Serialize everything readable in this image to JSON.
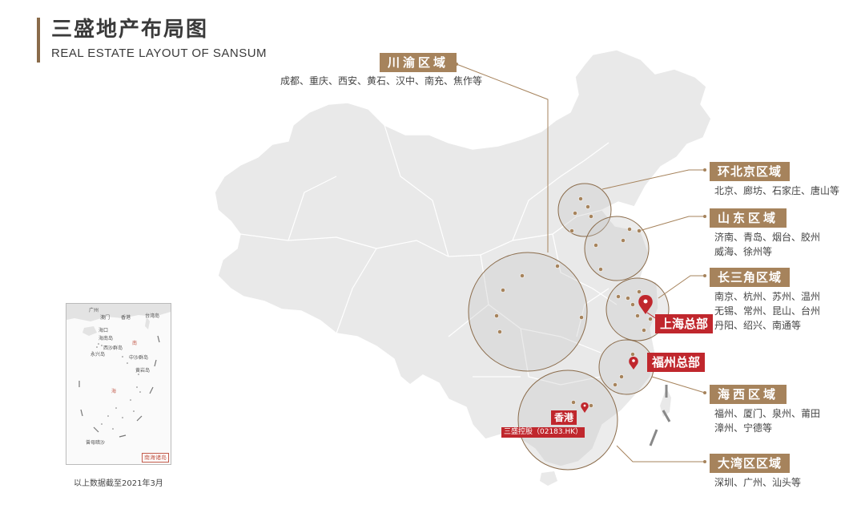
{
  "title": {
    "zh": "三盛地产布局图",
    "en": "REAL ESTATE LAYOUT OF SANSUM"
  },
  "regions": [
    {
      "key": "chuanyu",
      "label": "川渝区域",
      "cities": [
        "成都、重庆、西安、黄石、汉中、南充、焦作等"
      ]
    },
    {
      "key": "huanbeijing",
      "label": "环北京区域",
      "cities": [
        "北京、廊坊、石家庄、唐山等"
      ]
    },
    {
      "key": "shandong",
      "label": "山东区域",
      "cities": [
        "济南、青岛、烟台、胶州",
        "威海、徐州等"
      ]
    },
    {
      "key": "changsanjiao",
      "label": "长三角区域",
      "cities": [
        "南京、杭州、苏州、温州",
        "无锡、常州、昆山、台州",
        "丹阳、绍兴、南通等"
      ]
    },
    {
      "key": "haixi",
      "label": "海西区域",
      "cities": [
        "福州、厦门、泉州、莆田",
        "漳州、宁德等"
      ]
    },
    {
      "key": "dawan",
      "label": "大湾区区域",
      "cities": [
        "深圳、广州、汕头等"
      ]
    }
  ],
  "headquarters": [
    {
      "key": "shanghai",
      "label": "上海总部"
    },
    {
      "key": "fuzhou",
      "label": "福州总部"
    }
  ],
  "hongkong": {
    "label": "香港",
    "code": "三盛控股（02183.HK）"
  },
  "inset": {
    "caption": "南海诸岛",
    "labels": [
      "广州",
      "香港",
      "澳门",
      "台湾岛",
      "海口",
      "海南岛",
      "西沙群岛",
      "永兴岛",
      "中沙群岛",
      "黄岩岛",
      "南",
      "海",
      "曾母暗沙"
    ]
  },
  "footnote": "以上数据截至2021年3月",
  "colors": {
    "accent": "#a6835c",
    "hq": "#c0272d",
    "land": "#e9e9e9",
    "border": "#ffffff",
    "circle": "#8a6b4a"
  }
}
